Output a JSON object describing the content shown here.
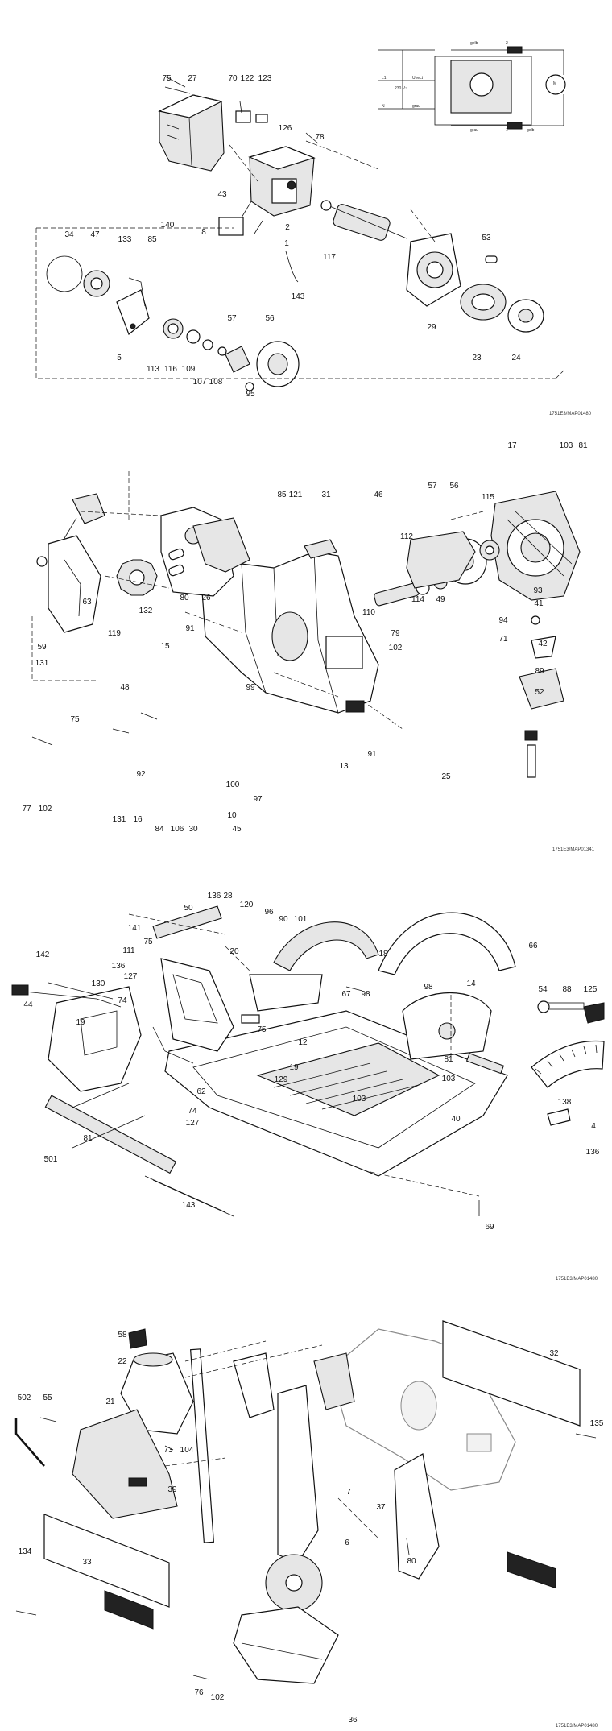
{
  "panels": [
    {
      "code": "1751E3/MAP01480",
      "labels": [
        "75",
        "27",
        "70",
        "122",
        "123",
        "126",
        "78",
        "43",
        "8",
        "140",
        "1",
        "2",
        "117",
        "53",
        "34",
        "47",
        "133",
        "85",
        "5",
        "113",
        "116",
        "109",
        "107",
        "108",
        "57",
        "56",
        "95",
        "29",
        "23",
        "24",
        "143"
      ],
      "wiring": {
        "texts": [
          "L1",
          "N",
          "230 V~",
          "Unect",
          "grau",
          "gelb",
          "grau",
          "gelb",
          "M",
          "2",
          "1"
        ]
      }
    },
    {
      "code": "1751E3/MAP01341",
      "labels": [
        "17",
        "103",
        "81",
        "85",
        "121",
        "31",
        "46",
        "57",
        "56",
        "115",
        "112",
        "63",
        "119",
        "59",
        "131",
        "80",
        "26",
        "114",
        "49",
        "93",
        "41",
        "132",
        "110",
        "94",
        "71",
        "42",
        "89",
        "52",
        "91",
        "79",
        "102",
        "15",
        "48",
        "99",
        "75",
        "92",
        "13",
        "91",
        "25",
        "97",
        "100",
        "10",
        "77",
        "102",
        "131",
        "16",
        "84",
        "106",
        "30",
        "45"
      ]
    },
    {
      "code": "1751E3/MAP01480",
      "labels": [
        "50",
        "136",
        "28",
        "120",
        "96",
        "90",
        "101",
        "141",
        "75",
        "111",
        "20",
        "142",
        "136",
        "127",
        "130",
        "74",
        "44",
        "19",
        "66",
        "18",
        "98",
        "14",
        "54",
        "88",
        "125",
        "67",
        "98",
        "75",
        "19",
        "12",
        "81",
        "103",
        "129",
        "62",
        "103",
        "40",
        "138",
        "4",
        "74",
        "127",
        "136",
        "81",
        "501",
        "143",
        "69"
      ]
    },
    {
      "code": "1751E3/MAP01480",
      "labels": [
        "58",
        "22",
        "32",
        "502",
        "55",
        "21",
        "135",
        "73",
        "104",
        "39",
        "7",
        "37",
        "134",
        "33",
        "6",
        "80",
        "76",
        "102",
        "36"
      ]
    }
  ]
}
